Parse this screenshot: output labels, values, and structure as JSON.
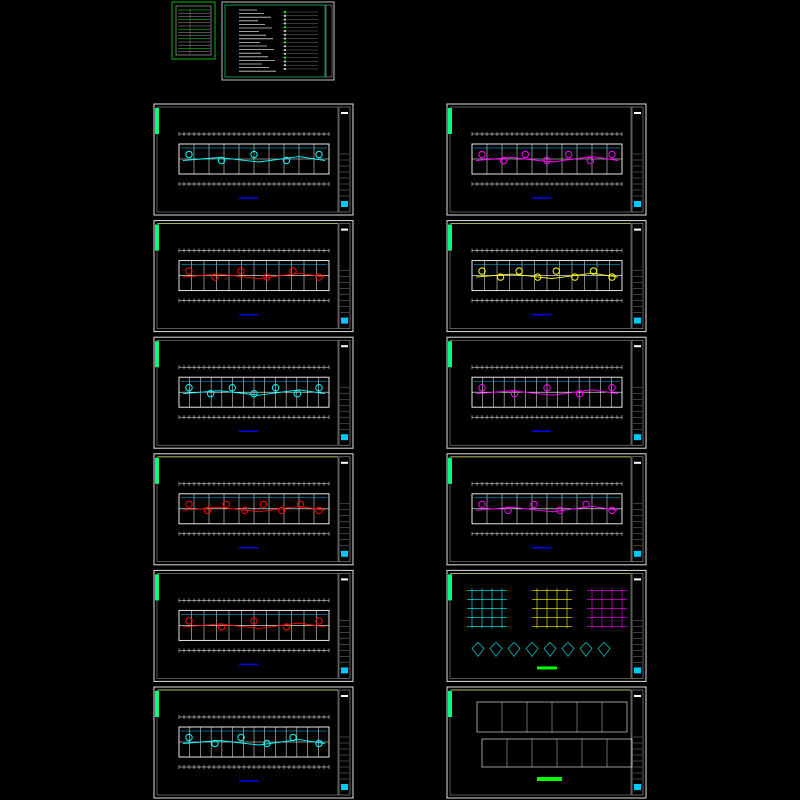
{
  "drawing_set": {
    "cover_sheets": [
      {
        "id": "drawing-index",
        "frame_color": "#00c000"
      },
      {
        "id": "design-notes",
        "frame_color": "#c0c0c0"
      }
    ],
    "sheets": [
      {
        "column": "left",
        "row": 0,
        "kind": "plan",
        "accent": "#00ffff"
      },
      {
        "column": "left",
        "row": 1,
        "kind": "plan",
        "accent": "#ff0000"
      },
      {
        "column": "left",
        "row": 2,
        "kind": "plan",
        "accent": "#00ffff"
      },
      {
        "column": "left",
        "row": 3,
        "kind": "plan",
        "accent": "#ff0000"
      },
      {
        "column": "left",
        "row": 4,
        "kind": "plan",
        "accent": "#ff0000"
      },
      {
        "column": "left",
        "row": 5,
        "kind": "plan",
        "accent": "#00ffff"
      },
      {
        "column": "right",
        "row": 0,
        "kind": "plan",
        "accent": "#ff00ff"
      },
      {
        "column": "right",
        "row": 1,
        "kind": "plan",
        "accent": "#ffff00"
      },
      {
        "column": "right",
        "row": 2,
        "kind": "plan",
        "accent": "#ff00ff"
      },
      {
        "column": "right",
        "row": 3,
        "kind": "plan",
        "accent": "#ff00ff"
      },
      {
        "column": "right",
        "row": 4,
        "kind": "riser",
        "accent": "#ffff00"
      },
      {
        "column": "right",
        "row": 5,
        "kind": "details",
        "accent": "#00ff00"
      }
    ],
    "colors": {
      "background": "#000000",
      "sheet_border": "#e0e0e0",
      "left_strip": "#00ff80",
      "top_rule_highlight": "#ffff00",
      "walls": "#ffffff",
      "title_bar": "#0000ff"
    }
  }
}
